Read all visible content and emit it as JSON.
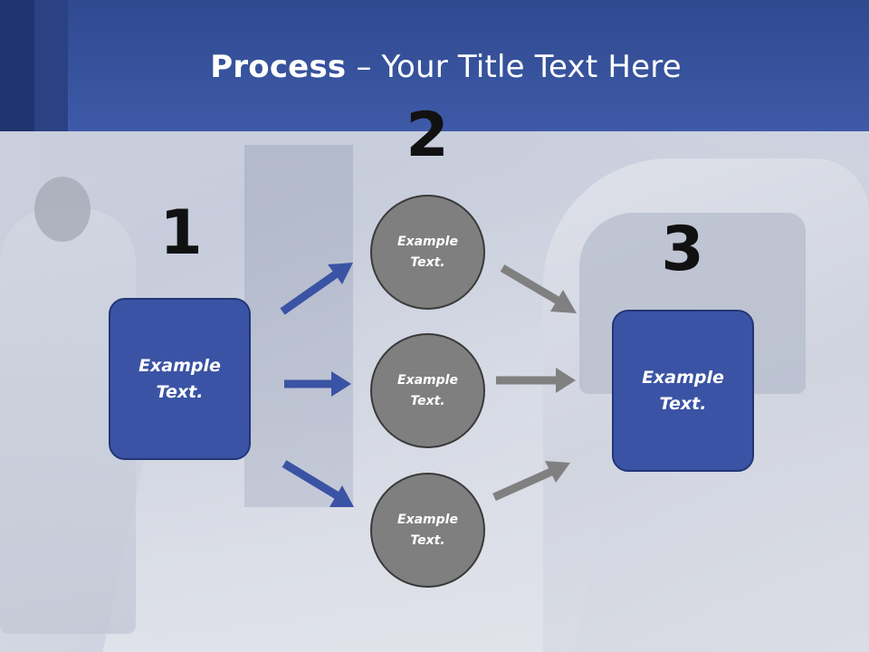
{
  "slide": {
    "title_bold": "Process",
    "title_rest": " – Your Title Text Here"
  },
  "steps": {
    "num1": "1",
    "num2": "2",
    "num3": "3"
  },
  "boxes": {
    "left": "Example\nText.",
    "right": "Example\nText."
  },
  "circles": {
    "top": "Example\nText.",
    "middle": "Example\nText.",
    "bottom": "Example\nText."
  },
  "colors": {
    "header": "#3e5aa8",
    "box_fill": "#3a53a4",
    "circle_fill": "#7f7f7f",
    "blue_arrow": "#3a53a4",
    "gray_arrow": "#808080"
  }
}
